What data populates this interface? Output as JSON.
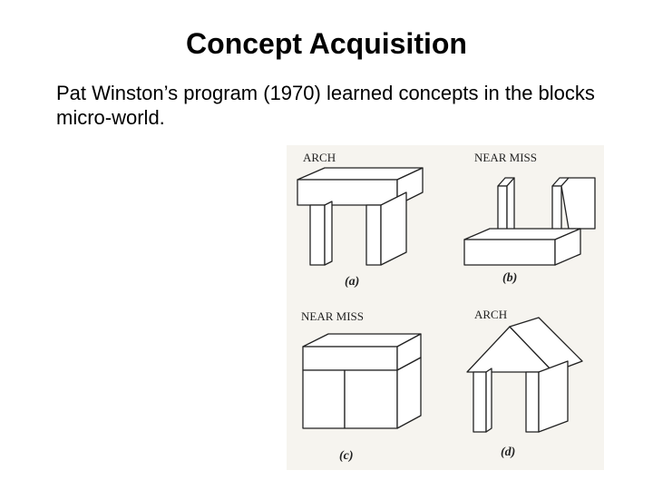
{
  "slide": {
    "title": "Concept Acquisition",
    "body": "Pat Winston’s program (1970) learned concepts in the blocks micro-world."
  },
  "figure": {
    "panels": [
      {
        "label": "ARCH",
        "caption": "(a)"
      },
      {
        "label": "NEAR MISS",
        "caption": "(b)"
      },
      {
        "label": "NEAR MISS",
        "caption": "(c)"
      },
      {
        "label": "ARCH",
        "caption": "(d)"
      }
    ]
  }
}
